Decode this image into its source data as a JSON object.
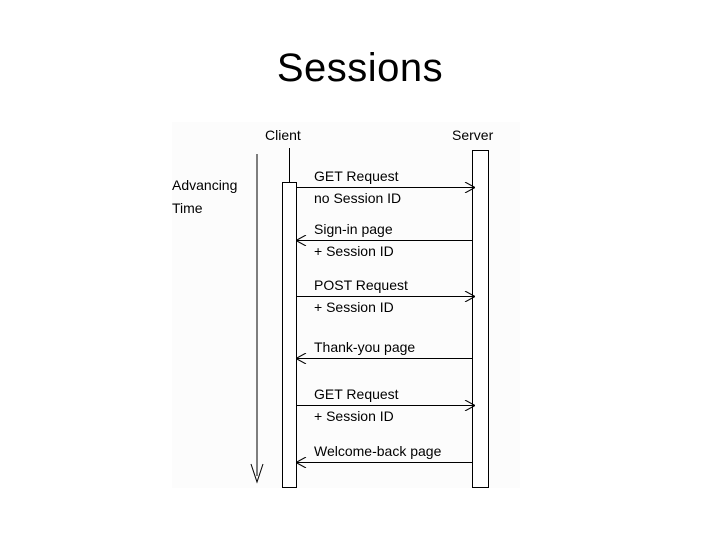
{
  "slide": {
    "title": "Sessions",
    "background_color": "#ffffff",
    "panel_color": "#fcfcfc",
    "line_color": "#000000"
  },
  "diagram": {
    "type": "sequence-diagram",
    "participants": [
      {
        "id": "client",
        "label": "Client"
      },
      {
        "id": "server",
        "label": "Server"
      }
    ],
    "time_axis": {
      "label_line1": "Advancing",
      "label_line2": "Time",
      "direction": "downward"
    },
    "messages": [
      {
        "index": 1,
        "from": "client",
        "to": "server",
        "direction": "right",
        "label_line1": "GET Request",
        "label_line2": "no Session ID"
      },
      {
        "index": 2,
        "from": "server",
        "to": "client",
        "direction": "left",
        "label_line1": "Sign-in page",
        "label_line2": "+ Session ID"
      },
      {
        "index": 3,
        "from": "client",
        "to": "server",
        "direction": "right",
        "label_line1": "POST Request",
        "label_line2": "+ Session ID"
      },
      {
        "index": 4,
        "from": "server",
        "to": "client",
        "direction": "left",
        "label_line1": "Thank-you page",
        "label_line2": ""
      },
      {
        "index": 5,
        "from": "client",
        "to": "server",
        "direction": "right",
        "label_line1": "GET Request",
        "label_line2": "+ Session ID"
      },
      {
        "index": 6,
        "from": "server",
        "to": "client",
        "direction": "left",
        "label_line1": "Welcome-back page",
        "label_line2": ""
      }
    ]
  }
}
